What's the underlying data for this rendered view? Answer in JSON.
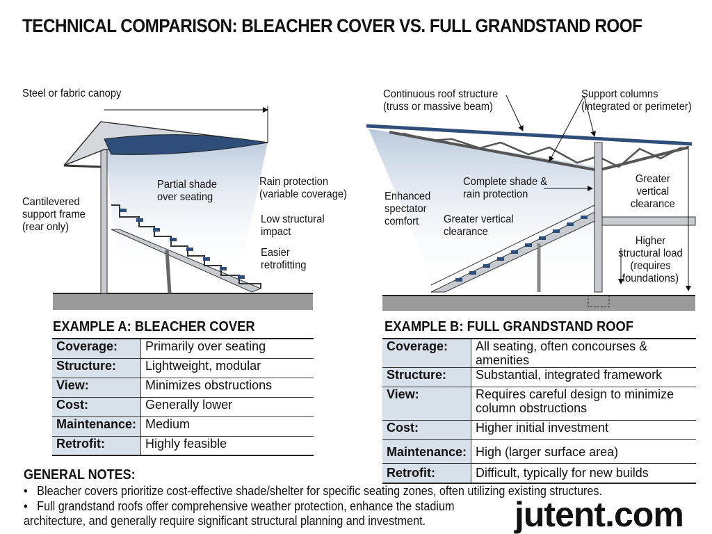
{
  "title": "TECHNICAL COMPARISON: BLEACHER COVER VS. FULL GRANDSTAND ROOF",
  "diagram_a": {
    "labels": {
      "canopy": "Steel or fabric canopy",
      "frame": "Cantilevered support frame (rear only)",
      "shade": "Partial shade over seating",
      "rain": "Rain protection (variable coverage)",
      "impact": "Low structural impact",
      "retrofit": "Easier retrofitting"
    }
  },
  "diagram_b": {
    "labels": {
      "roof": "Continuous roof structure (truss or massive beam)",
      "columns": "Support columns (integrated or perimeter)",
      "comfort": "Enhanced spectator comfort",
      "shade": "Complete shade & rain protection",
      "clear_inner": "Greater vertical clearance",
      "clear_outer": "Greater vertical clearance",
      "load": "Higher structural load (requires foundations)"
    }
  },
  "table_a": {
    "title": "EXAMPLE A: BLEACHER COVER",
    "rows": [
      {
        "k": "Coverage:",
        "v": "Primarily over seating"
      },
      {
        "k": "Structure:",
        "v": "Lightweight, modular"
      },
      {
        "k": "View:",
        "v": "Minimizes obstructions"
      },
      {
        "k": "Cost:",
        "v": "Generally lower"
      },
      {
        "k": "Maintenance:",
        "v": "Medium"
      },
      {
        "k": "Retrofit:",
        "v": "Highly feasible"
      }
    ]
  },
  "table_b": {
    "title": "EXAMPLE B: FULL GRANDSTAND ROOF",
    "rows": [
      {
        "k": "Coverage:",
        "v": "All seating, often concourses & amenities"
      },
      {
        "k": "Structure:",
        "v": "Substantial, integrated framework"
      },
      {
        "k": "View:",
        "v": "Requires careful design to minimize column obstructions"
      },
      {
        "k": "Cost:",
        "v": "Higher initial investment"
      },
      {
        "k": "Maintenance:",
        "v": "High (larger surface area)"
      },
      {
        "k": "Retrofit:",
        "v": "Difficult, typically for new builds"
      }
    ]
  },
  "notes": {
    "title": "GENERAL NOTES:",
    "items": [
      "Bleacher covers prioritize cost-effective shade/shelter for specific seating zones, often utilizing existing structures.",
      "Full grandstand roofs offer comprehensive weather protection, enhance the stadium architecture, and generally require significant structural planning and investment."
    ]
  },
  "watermark": "jutent.com"
}
